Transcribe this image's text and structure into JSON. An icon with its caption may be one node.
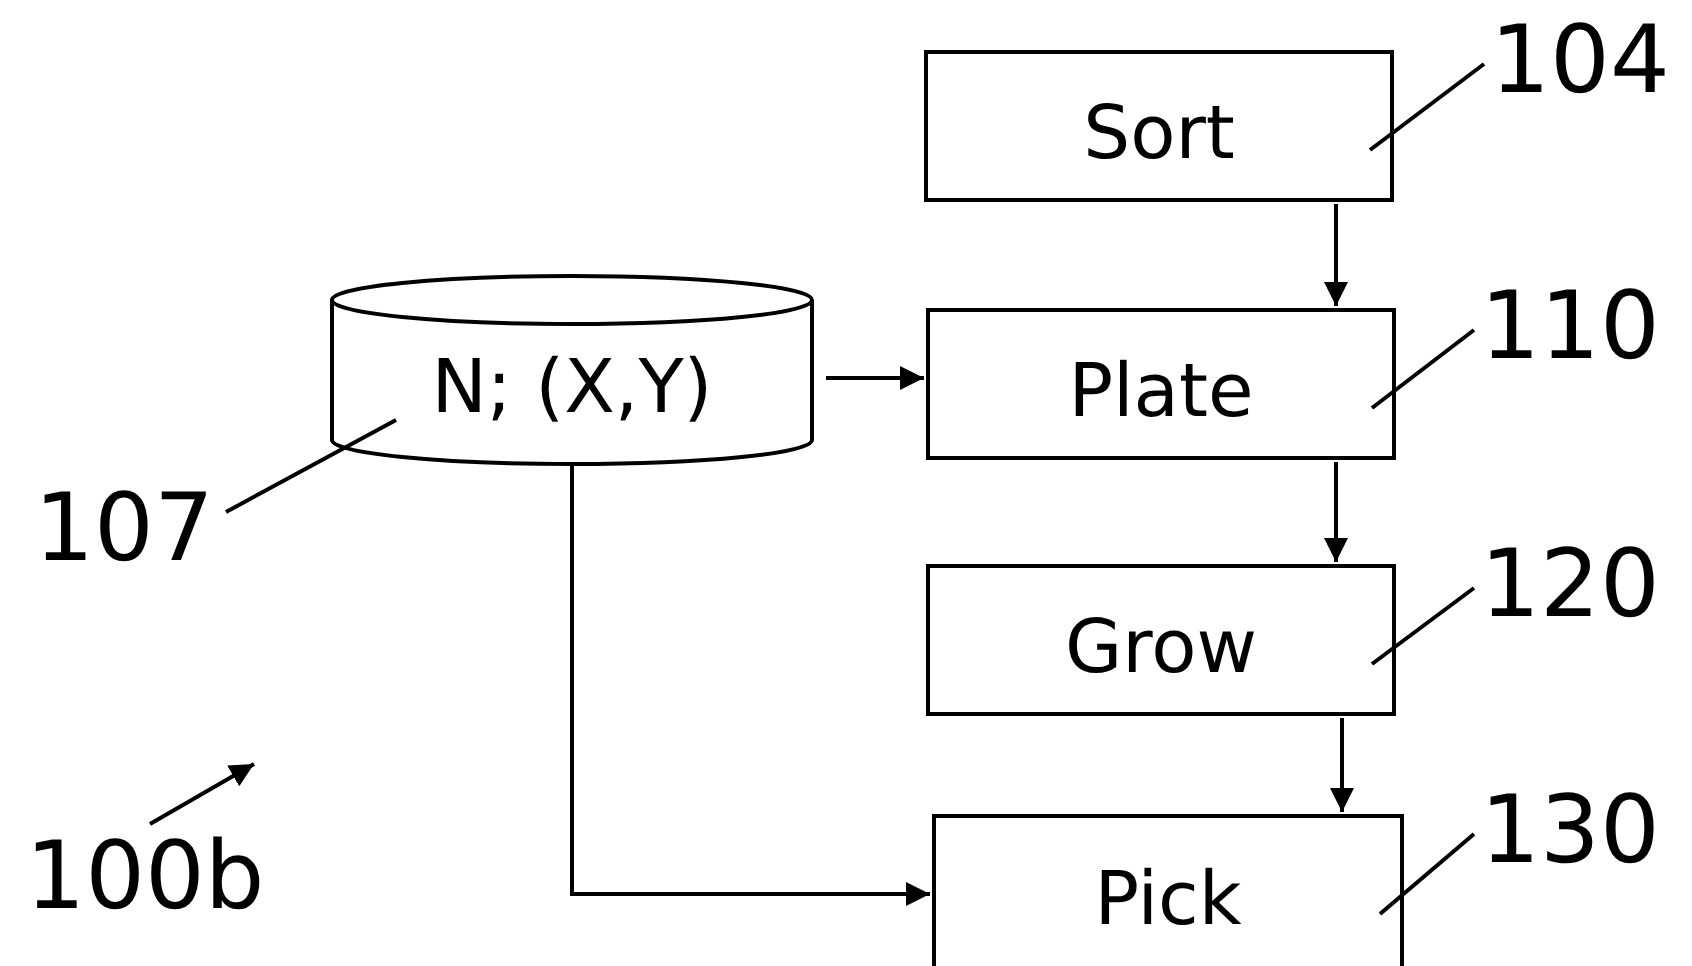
{
  "diagram": {
    "nodes": [
      {
        "text": [
          "Sort"
        ]
      },
      {
        "text": [
          "N; (X,Y)"
        ]
      },
      {
        "text": [
          "Plate"
        ]
      },
      {
        "text": [
          "Grow"
        ]
      },
      {
        "text": [
          "Pick"
        ]
      },
      {
        "text": [
          "104"
        ]
      },
      {
        "text": [
          "107"
        ]
      },
      {
        "text": [
          "110"
        ]
      },
      {
        "text": [
          "120"
        ]
      },
      {
        "text": [
          "130"
        ]
      },
      {
        "text": [
          "100b"
        ]
      }
    ],
    "edges": [
      {
        "from": 0,
        "to": 2,
        "arrow": "to"
      },
      {
        "from": 1,
        "to": 2,
        "arrow": "to"
      },
      {
        "from": 2,
        "to": 3,
        "arrow": "to"
      },
      {
        "from": 3,
        "to": 4,
        "arrow": "to"
      },
      {
        "from": 1,
        "to": 4,
        "arrow": "to"
      },
      {
        "from": 5,
        "to": 0,
        "arrow": "none"
      },
      {
        "from": 6,
        "to": 1,
        "arrow": "none"
      },
      {
        "from": 7,
        "to": 2,
        "arrow": "none"
      },
      {
        "from": 8,
        "to": 3,
        "arrow": "none"
      },
      {
        "from": 9,
        "to": 4,
        "arrow": "none"
      },
      {
        "from": 10,
        "to": null,
        "arrow": "to"
      }
    ]
  }
}
